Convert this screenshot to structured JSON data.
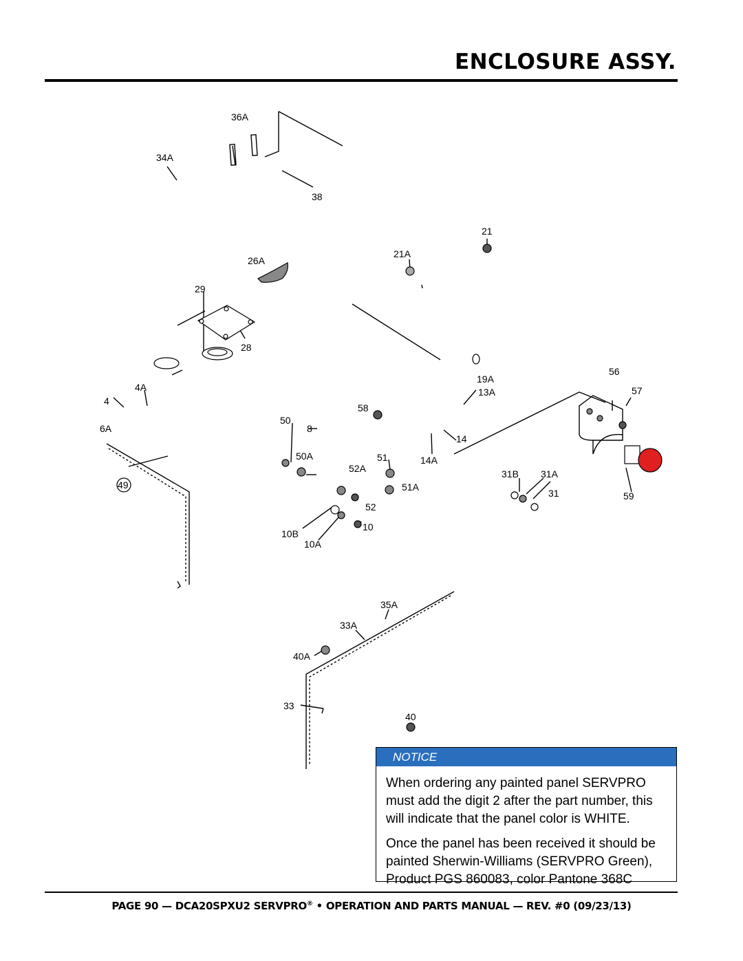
{
  "header": {
    "title": "ENCLOSURE ASSY."
  },
  "callouts": {
    "c36A": "36A",
    "c34A": "34A",
    "c38": "38",
    "c21": "21",
    "c21A": "21A",
    "c26A": "26A",
    "c29": "29",
    "c28": "28",
    "c19A": "19A",
    "c13A": "13A",
    "c56": "56",
    "c57": "57",
    "c4A": "4A",
    "c4": "4",
    "c6A": "6A",
    "c58": "58",
    "c50": "50",
    "c8": "8",
    "c14": "14",
    "c50A": "50A",
    "c51": "51",
    "c14A": "14A",
    "c52A": "52A",
    "c31B": "31B",
    "c31A": "31A",
    "c49": "49",
    "c51A": "51A",
    "c31": "31",
    "c59": "59",
    "c52": "52",
    "c10": "10",
    "c10B": "10B",
    "c10A": "10A",
    "c35A": "35A",
    "c33A": "33A",
    "c40A": "40A",
    "c33": "33",
    "c40": "40"
  },
  "notice": {
    "label": "NOTICE",
    "paragraph1": "When ordering any painted panel SERVPRO must add the digit 2 after the part number, this will indicate that the panel color is WHITE.",
    "paragraph2": "Once the panel has been received it should be painted Sherwin-Williams (SERVPRO Green), Product PGS 860083, color Pantone 368C"
  },
  "footer": {
    "text_before_mark": "PAGE 90 — DCA20SPXU2 SERVPRO",
    "registered_mark": "®",
    "text_after_mark": " • OPERATION AND PARTS MANUAL — REV. #0 (09/23/13)"
  },
  "colors": {
    "notice_header": "#2a6fbd",
    "stop_button": "#e02020"
  }
}
